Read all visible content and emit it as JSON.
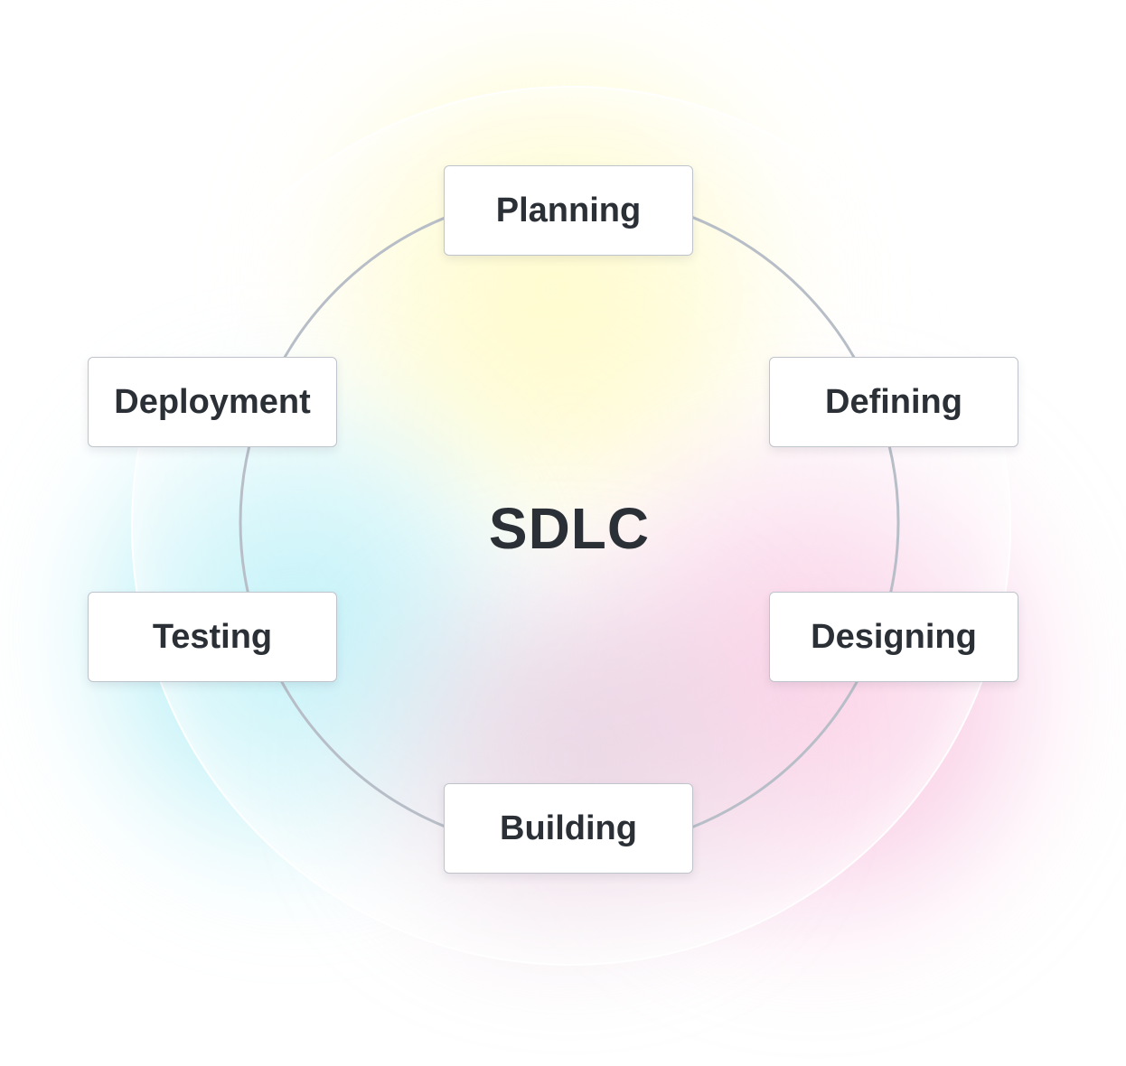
{
  "diagram": {
    "center_label": "SDLC",
    "phases": [
      {
        "id": "planning",
        "label": "Planning"
      },
      {
        "id": "defining",
        "label": "Defining"
      },
      {
        "id": "designing",
        "label": "Designing"
      },
      {
        "id": "building",
        "label": "Building"
      },
      {
        "id": "testing",
        "label": "Testing"
      },
      {
        "id": "deployment",
        "label": "Deployment"
      }
    ]
  },
  "colors": {
    "text": "#2b2f36",
    "ring": "#b8bec7",
    "box_border": "#bfc4cc",
    "glow_yellow": "#fffab4",
    "glow_cyan": "#8ce8f4",
    "glow_pink": "#f8aad2"
  }
}
